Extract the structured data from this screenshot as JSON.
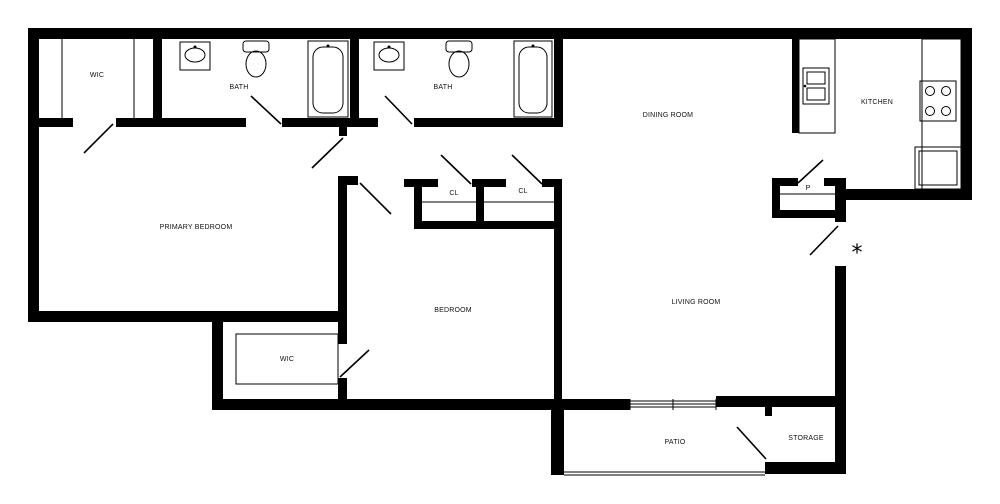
{
  "rooms": {
    "wic_top": "WIC",
    "bath_1": "BATH",
    "bath_2": "BATH",
    "dining": "DINING ROOM",
    "kitchen": "KITCHEN",
    "primary_bedroom": "PRIMARY BEDROOM",
    "closet_1": "CL",
    "closet_2": "CL",
    "pantry": "P",
    "bedroom": "BEDROOM",
    "living": "LIVING ROOM",
    "wic_bottom": "WIC",
    "patio": "PATIO",
    "storage": "STORAGE"
  },
  "marker": "*"
}
